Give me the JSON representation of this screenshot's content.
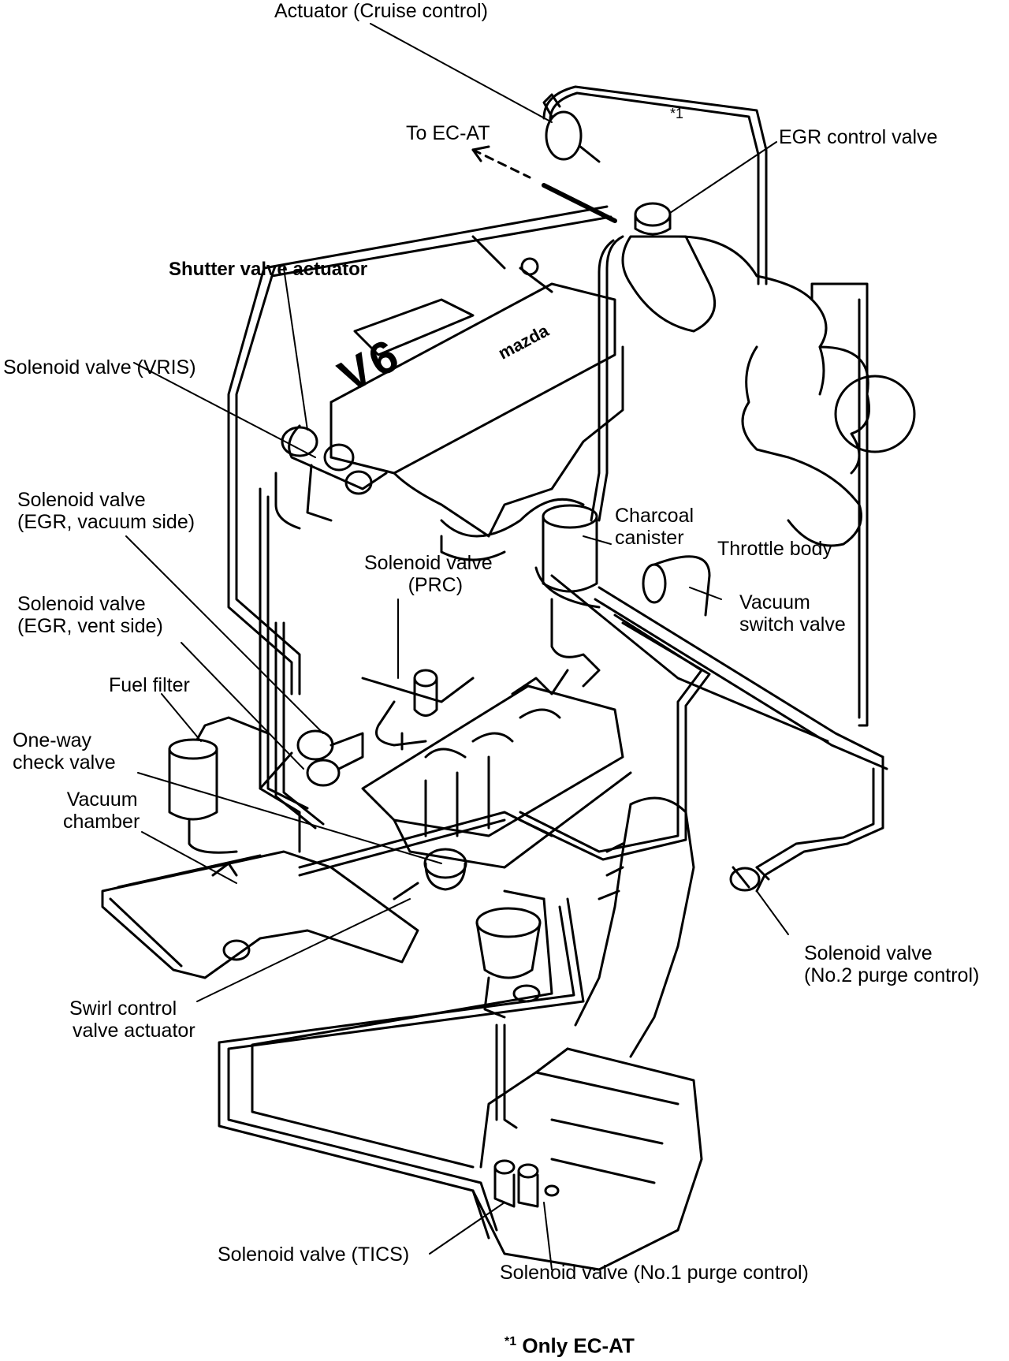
{
  "labels": {
    "actuator_cruise": "Actuator (Cruise control)",
    "to_ec_at": "To EC-AT",
    "star1": "*1",
    "egr_control_valve": "EGR control valve",
    "shutter_valve_actuator": "Shutter valve actuator",
    "solenoid_vris": "Solenoid valve (VRIS)",
    "solenoid_egr_vacuum_1": "Solenoid valve",
    "solenoid_egr_vacuum_2": "(EGR, vacuum side)",
    "charcoal_canister_1": "Charcoal",
    "charcoal_canister_2": "canister",
    "throttle_body": "Throttle body",
    "solenoid_prc_1": "Solenoid valve",
    "solenoid_prc_2": "(PRC)",
    "solenoid_egr_vent_1": "Solenoid valve",
    "solenoid_egr_vent_2": "(EGR, vent side)",
    "vacuum_switch_1": "Vacuum",
    "vacuum_switch_2": "switch valve",
    "fuel_filter": "Fuel filter",
    "one_way_1": "One-way",
    "one_way_2": "check valve",
    "vacuum_chamber_1": "Vacuum",
    "vacuum_chamber_2": "chamber",
    "solenoid_no2_1": "Solenoid valve",
    "solenoid_no2_2": "(No.2 purge control)",
    "swirl_1": "Swirl control",
    "swirl_2": "valve actuator",
    "solenoid_tics": "Solenoid valve (TICS)",
    "solenoid_no1": "Solenoid valve (No.1 purge control)",
    "footnote_mark": "*1",
    "footnote_text": "Only EC-AT"
  },
  "engine_badges": {
    "v6": "V6",
    "brand": "mazda"
  }
}
